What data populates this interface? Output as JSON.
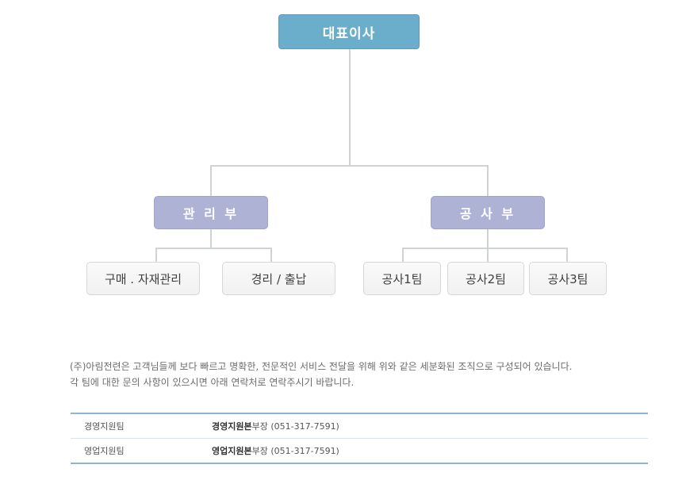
{
  "org": {
    "ceo": "대표이사",
    "departments": [
      {
        "name": "관 리 부",
        "teams": [
          "구매 . 자재관리",
          "경리 / 출납"
        ]
      },
      {
        "name": "공 사 부",
        "teams": [
          "공사1팀",
          "공사2팀",
          "공사3팀"
        ]
      }
    ]
  },
  "description": {
    "line1": "(주)아림전련은 고객님들께 보다 빠르고 명확한, 전문적인 서비스 전달을 위해 위와 같은 세분화된 조직으로 구성되어 있습니다.",
    "line2": "각 팀에 대한 문의 사항이 있으시면 아래 연락처로 연락주시기 바랍니다."
  },
  "contacts": [
    {
      "team": "경영지원팀",
      "contact_strong": "경영지원본",
      "contact_rest": "부장 (051-317-7591)"
    },
    {
      "team": "영업지원팀",
      "contact_strong": "영업지원본",
      "contact_rest": "부장 (051-317-7591)"
    }
  ]
}
